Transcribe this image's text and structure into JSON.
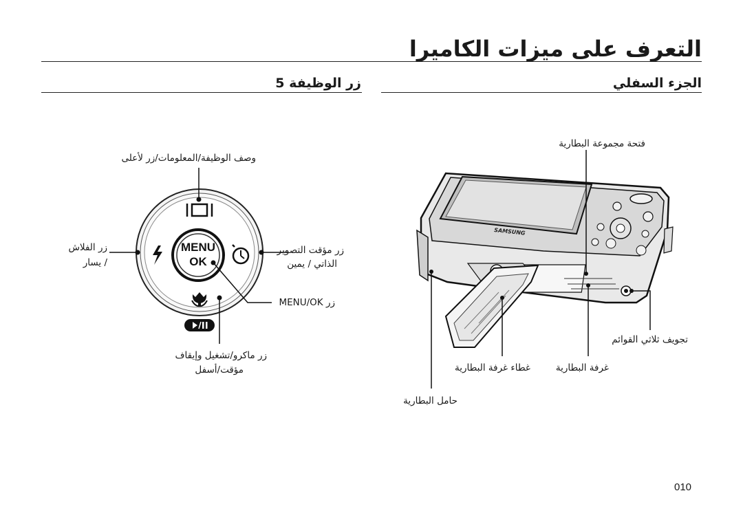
{
  "page": {
    "title": "التعرف على ميزات الكاميرا",
    "page_number": "010"
  },
  "sections": {
    "bottom": {
      "heading": "الجزء السفلي"
    },
    "button5": {
      "heading": "زر الوظيفة 5"
    }
  },
  "button_labels": {
    "description_menu_up": "وصف الوظيفة/المعلومات/زر لأعلى",
    "flash_left_line1": "زر الفلاش",
    "flash_left_line2": "/ يسار",
    "timer_right_line1": "زر مؤقت التصوير",
    "timer_right_line2": "الذاتي / يمين",
    "menu_ok": "زر MENU/OK",
    "macro_play_line1": "زر ماكرو/تشغيل وإيقاف",
    "macro_play_line2": "مؤقت/أسفل"
  },
  "camera_labels": {
    "battery_slot": "فتحة مجموعة البطارية",
    "tripod": "تجويف ثلاثي القوائم",
    "battery_cover": "غطاء غرفة البطارية",
    "battery_chamber": "غرفة البطارية",
    "battery_holder": "حامل البطارية"
  },
  "button_face": {
    "menu": "MENU",
    "ok": "OK",
    "brand": "SAMSUNG"
  },
  "icons": {
    "display": "display-frame-icon",
    "flash": "flash-bolt-icon",
    "timer": "self-timer-icon",
    "macro": "macro-flower-icon",
    "play_pause": "play-pause-icon"
  }
}
